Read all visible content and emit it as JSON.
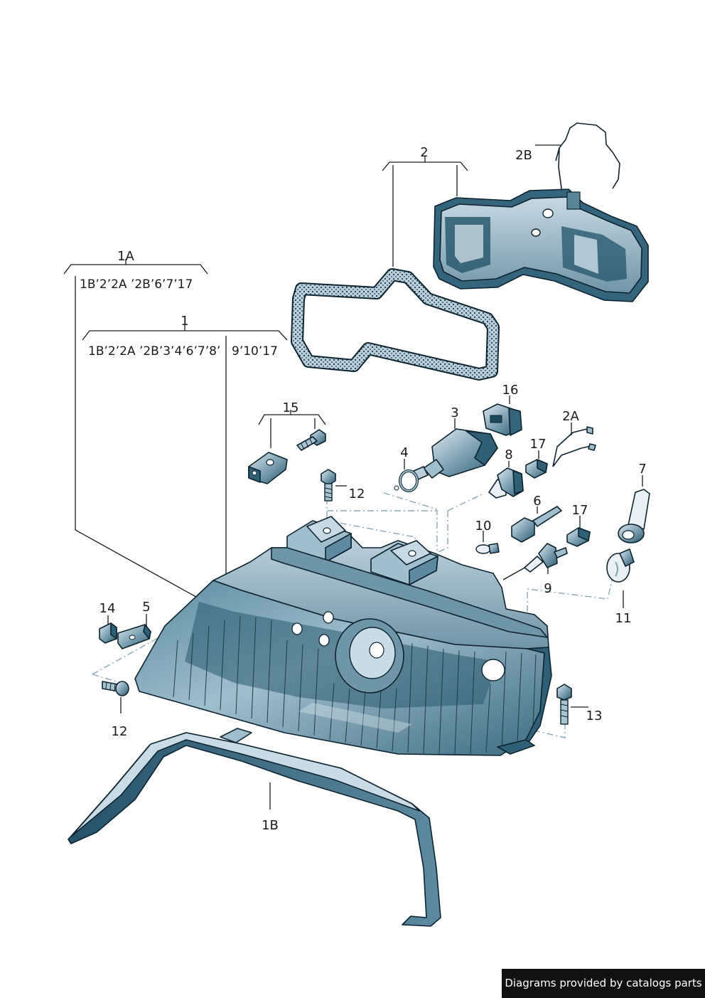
{
  "callouts": {
    "c1A": "1A",
    "c1A_seq": "1B’2’2A ’2B’6’7’17",
    "c1": "1",
    "c1_seq_a": "1B’2’2A ’2B’3’4’6’7’8’",
    "c1_seq_b": "9’10’17",
    "c2": "2",
    "c2B": "2B",
    "c2A": "2A",
    "c3": "3",
    "c4": "4",
    "c5": "5",
    "c6": "6",
    "c7": "7",
    "c8": "8",
    "c9": "9",
    "c10": "10",
    "c11": "11",
    "c12_top": "12",
    "c12_bottom": "12",
    "c13": "13",
    "c14": "14",
    "c15": "15",
    "c16": "16",
    "c17_top": "17",
    "c17_mid": "17",
    "c1B": "1B"
  },
  "footer": {
    "text": "Diagrams provided by catalogs parts"
  },
  "colors": {
    "part_fill": "#4f7d93",
    "part_light": "#c9dbe4",
    "part_mid": "#8fb0c0",
    "part_dark": "#1f4a5e",
    "outline": "#0e2330",
    "dash": "#8aa7b6",
    "footer_bg": "#111111"
  }
}
